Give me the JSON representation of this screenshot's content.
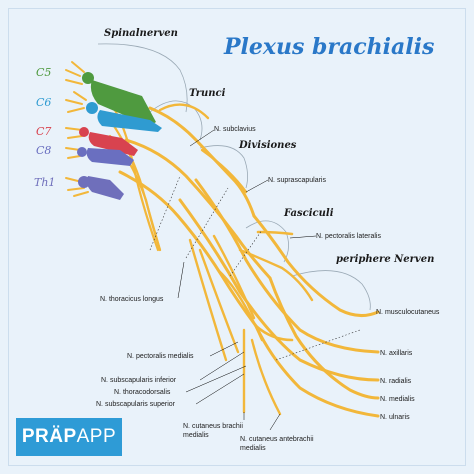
{
  "title": "Plexus brachialis",
  "sections": {
    "spinal": "Spinalnerven",
    "trunks": "Trunci",
    "divisions": "Divisiones",
    "fasciculi": "Fasciculi",
    "peripheral": "periphere Nerven"
  },
  "roots": [
    {
      "label": "C5",
      "color": "#4f9a3f"
    },
    {
      "label": "C6",
      "color": "#2f9bd1"
    },
    {
      "label": "C7",
      "color": "#d8434f"
    },
    {
      "label": "C8",
      "color": "#6a6fc0"
    },
    {
      "label": "Th1",
      "color": "#6f6fbb"
    }
  ],
  "nerves": {
    "subclavius": "N. subclavius",
    "suprascapularis": "N. suprascapularis",
    "pectoralis_lateralis": "N. pectoralis lateralis",
    "thoracicus_longus": "N. thoracicus longus",
    "musculocutaneus": "N. musculocutaneus",
    "pectoralis_medialis": "N. pectoralis medialis",
    "axillaris": "N. axillaris",
    "subscapularis_inferior": "N. subscapularis inferior",
    "radialis": "N. radialis",
    "thoracodorsalis": "N. thoracodorsalis",
    "medialis": "N. medialis",
    "subscapularis_superior": "N. subscapularis superior",
    "ulnaris": "N. ulnaris",
    "cutaneus_brachii_medialis_1": "N. cutaneus brachii",
    "cutaneus_brachii_medialis_2": "medialis",
    "cutaneus_antebrachii_medialis_1": "N. cutaneus antebrachii",
    "cutaneus_antebrachii_medialis_2": "medialis"
  },
  "logo": {
    "part1": "PRÄP",
    "part2": "APP"
  },
  "colors": {
    "nerve": "#f2b73a",
    "background": "#e9f2fa",
    "title": "#2a78c8",
    "logo_bg": "#2e9bd6"
  }
}
